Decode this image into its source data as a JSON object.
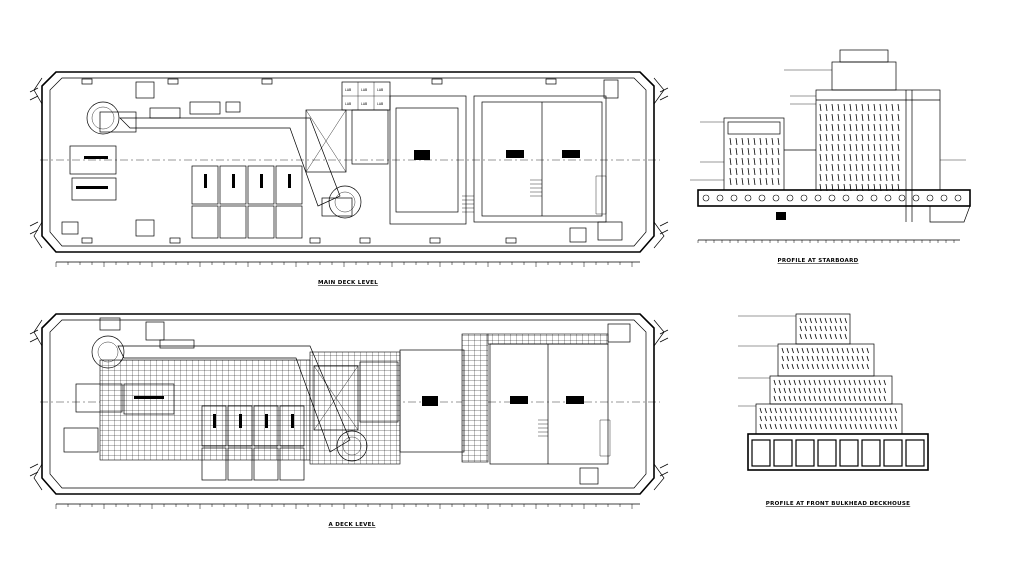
{
  "drawing_titles": {
    "main_deck": "MAIN DECK LEVEL",
    "a_deck": "A DECK LEVEL",
    "profile_starboard": "PROFILE AT STARBOARD",
    "profile_front": "PROFILE AT FRONT BULKHEAD DECKHOUSE"
  },
  "room_tags": [
    "LAB",
    "LAB",
    "LAB",
    "LAB",
    "LAB",
    "LAB"
  ],
  "colors": {
    "ink": "#000000",
    "paper": "#ffffff"
  }
}
